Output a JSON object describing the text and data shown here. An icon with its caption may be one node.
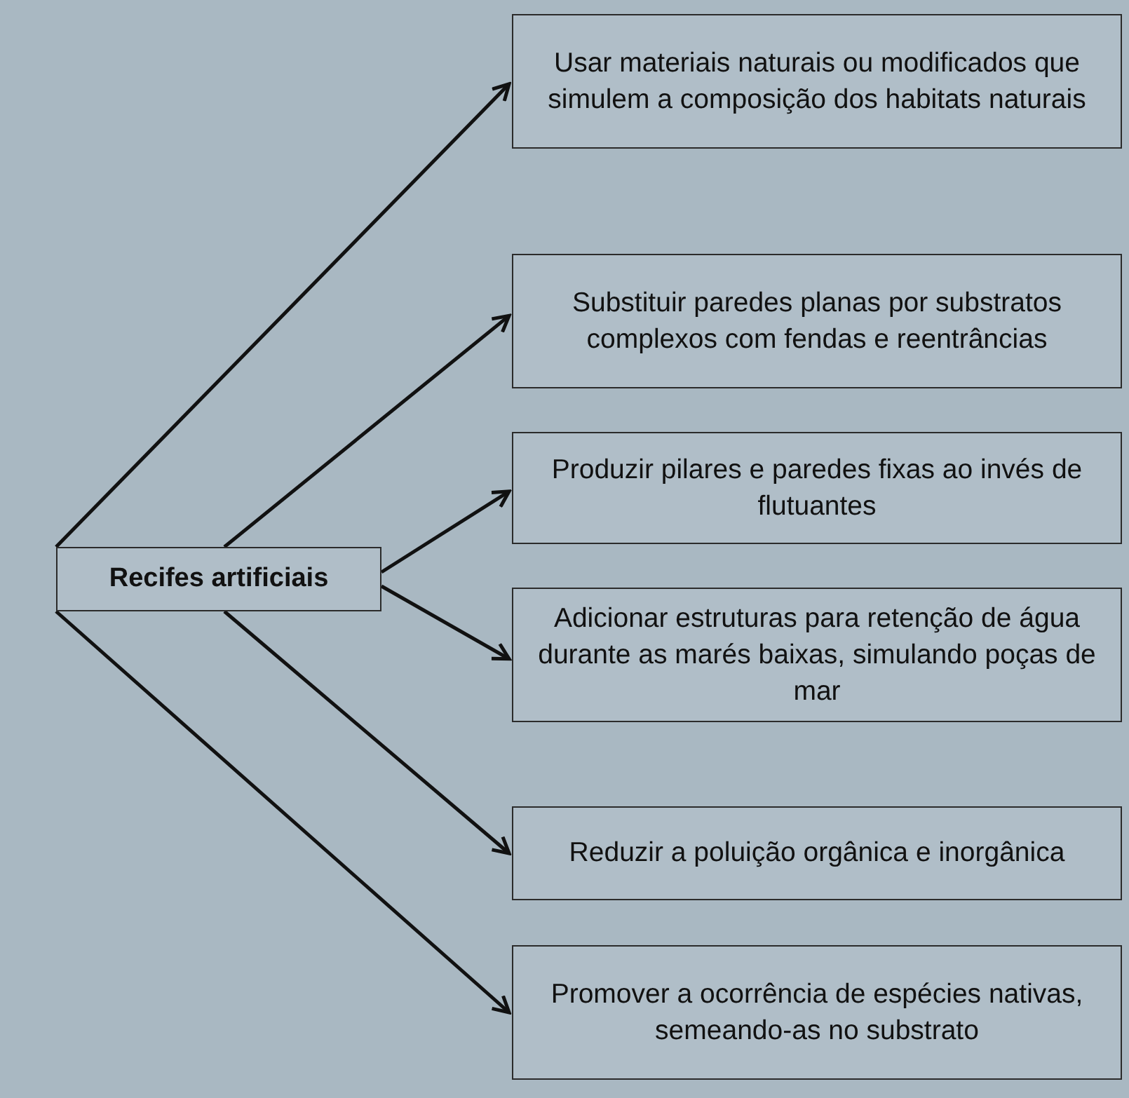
{
  "diagram": {
    "nodes": [
      {
        "text": [
          "Recifes artificiais"
        ]
      },
      {
        "text": [
          "Usar materiais naturais ou modificados que simulem a composição dos habitats naturais"
        ]
      },
      {
        "text": [
          "Substituir paredes planas por substratos complexos com fendas e reentrâncias"
        ]
      },
      {
        "text": [
          "Produzir pilares e paredes fixas ao invés de flutuantes"
        ]
      },
      {
        "text": [
          "Adicionar estruturas para retenção de água durante as marés baixas, simulando poças de mar"
        ]
      },
      {
        "text": [
          "Reduzir a poluição orgânica e inorgânica"
        ]
      },
      {
        "text": [
          "Promover a ocorrência de espécies nativas, semeando-as no substrato"
        ]
      }
    ],
    "edges": [
      {
        "from": 0,
        "to": 1,
        "arrow": "to"
      },
      {
        "from": 0,
        "to": 2,
        "arrow": "to"
      },
      {
        "from": 0,
        "to": 3,
        "arrow": "to"
      },
      {
        "from": 0,
        "to": 4,
        "arrow": "to"
      },
      {
        "from": 0,
        "to": 5,
        "arrow": "to"
      },
      {
        "from": 0,
        "to": 6,
        "arrow": "to"
      }
    ]
  }
}
